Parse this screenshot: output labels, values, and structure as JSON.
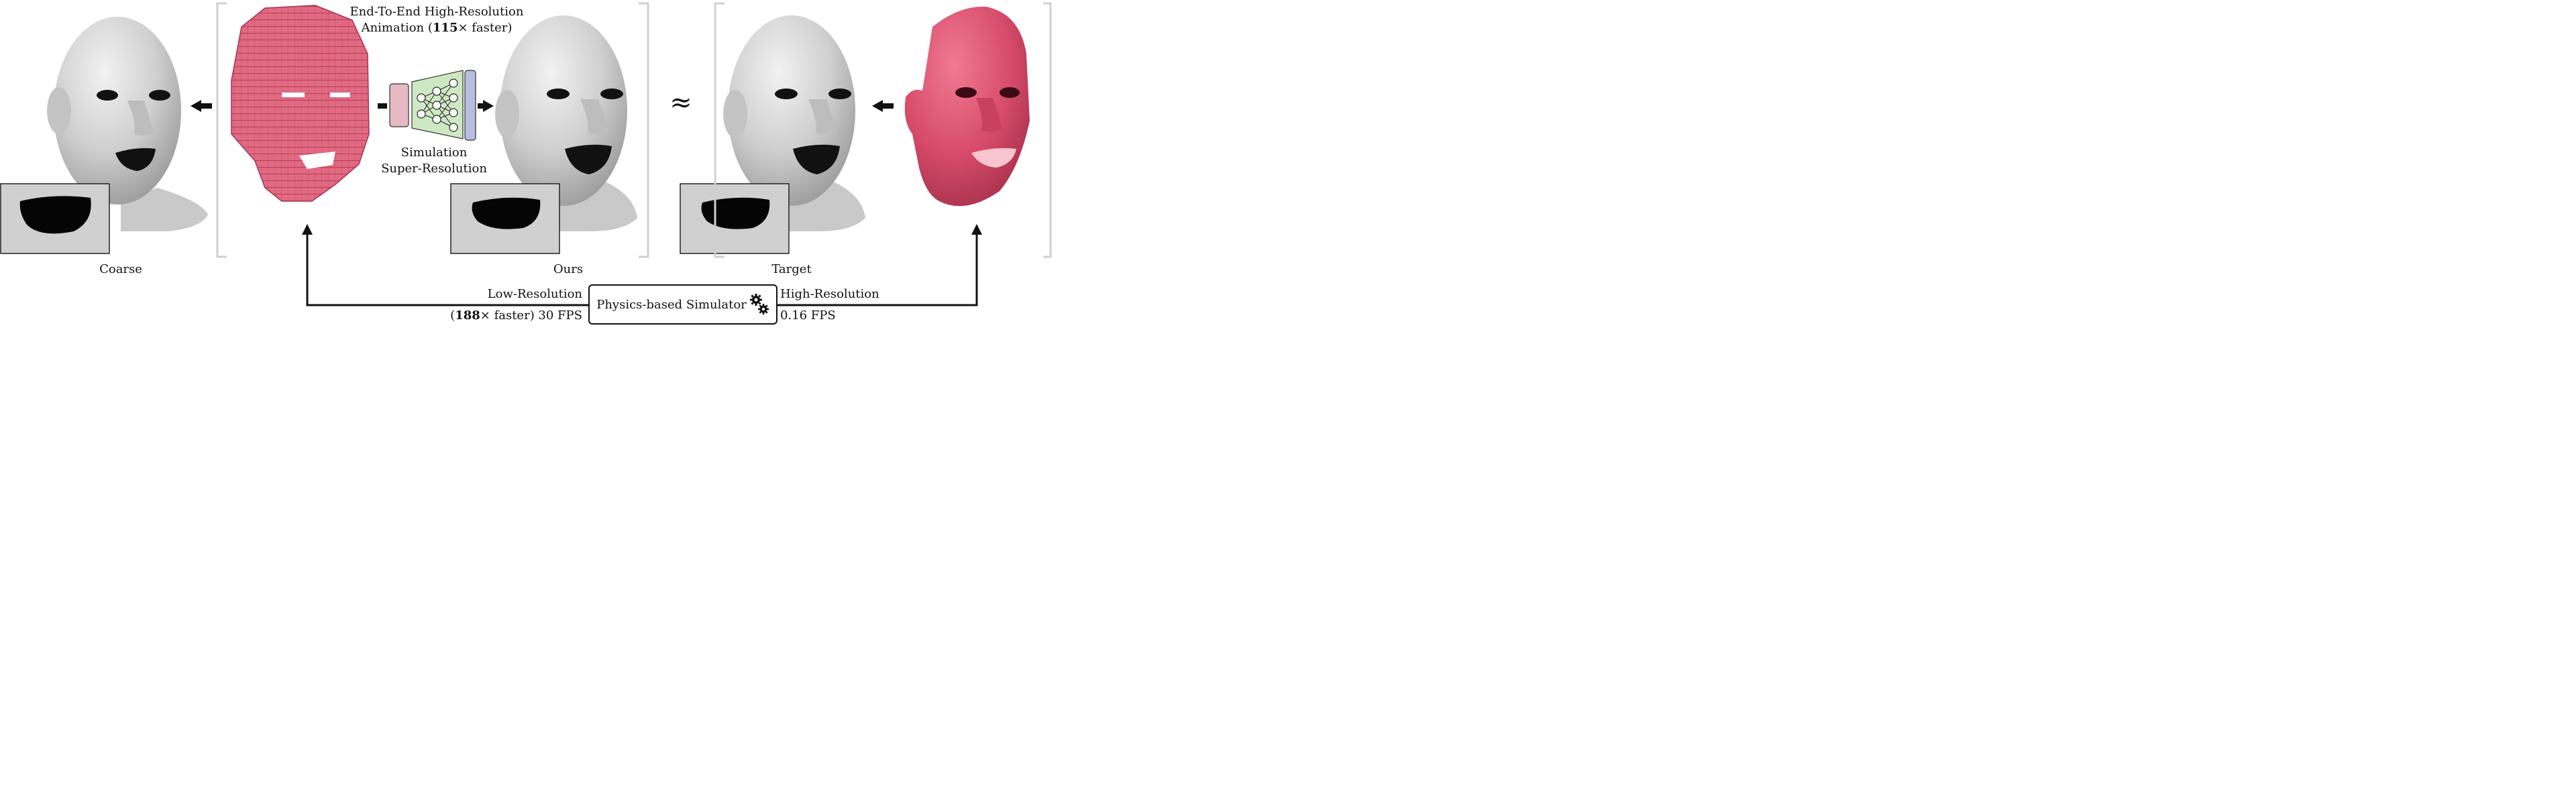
{
  "header": {
    "line1": "End-To-End High-Resolution",
    "line2_prefix": "Animation (",
    "line2_bold": "115",
    "line2_suffix": "× faster)"
  },
  "network": {
    "line1": "Simulation",
    "line2": "Super-Resolution"
  },
  "captions": {
    "coarse": "Coarse",
    "ours": "Ours",
    "target": "Target"
  },
  "approx_symbol": "≈",
  "simulator": {
    "label": "Physics-based Simulator",
    "icon": "gears-icon"
  },
  "low_res": {
    "label": "Low-Resolution",
    "speed_prefix": "(",
    "speed_bold": "188",
    "speed_suffix": "× faster) 30 FPS"
  },
  "high_res": {
    "label": "High-Resolution",
    "speed": "0.16 FPS"
  },
  "colors": {
    "voxel_pink": "#d9566f",
    "mesh_pink": "#dd4d6c",
    "head_gray": "#d2d2d2",
    "block_pink": "#e7b9c3",
    "block_green": "#cfe8c4",
    "block_blue": "#b8bedf"
  }
}
